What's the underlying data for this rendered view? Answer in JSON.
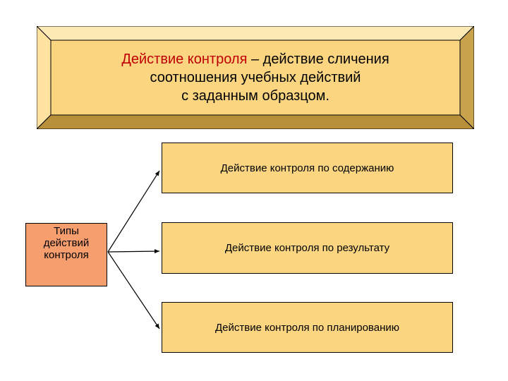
{
  "title_frame": {
    "highlight": "Действие контроля",
    "line1_rest": " – действие сличения",
    "line2": "соотношения учебных действий",
    "line3": "с заданным образцом."
  },
  "types_box": {
    "line1": "Типы",
    "line2": "действий",
    "line3": "контроля"
  },
  "boxes": [
    {
      "label": "Действие контроля по содержанию"
    },
    {
      "label": "Действие контроля по результату"
    },
    {
      "label": "Действие контроля по планированию"
    }
  ],
  "colors": {
    "box_fill": "#fbd580",
    "types_fill": "#f79e6e",
    "highlight_text": "#c00000"
  }
}
